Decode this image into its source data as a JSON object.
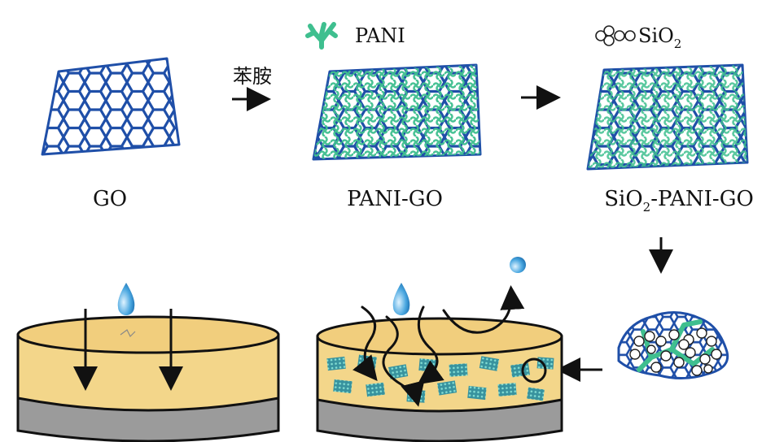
{
  "step_label": "苯胺",
  "legend": {
    "pani": "PANI",
    "sio2_base": "SiO",
    "sio2_sub": "2"
  },
  "labels": {
    "go": "GO",
    "pani_go": "PANI-GO",
    "sio2_pani_go_a": "SiO",
    "sio2_pani_go_sub": "2",
    "sio2_pani_go_b": "-PANI-GO"
  },
  "colors": {
    "go_blue": "#1f4fa8",
    "pani_green": "#3fbf8f",
    "coating_yellow": "#f3d68a",
    "substrate_gray": "#9b9b9b",
    "droplet_blue": "#4aa7e0",
    "arrow": "#111111"
  }
}
